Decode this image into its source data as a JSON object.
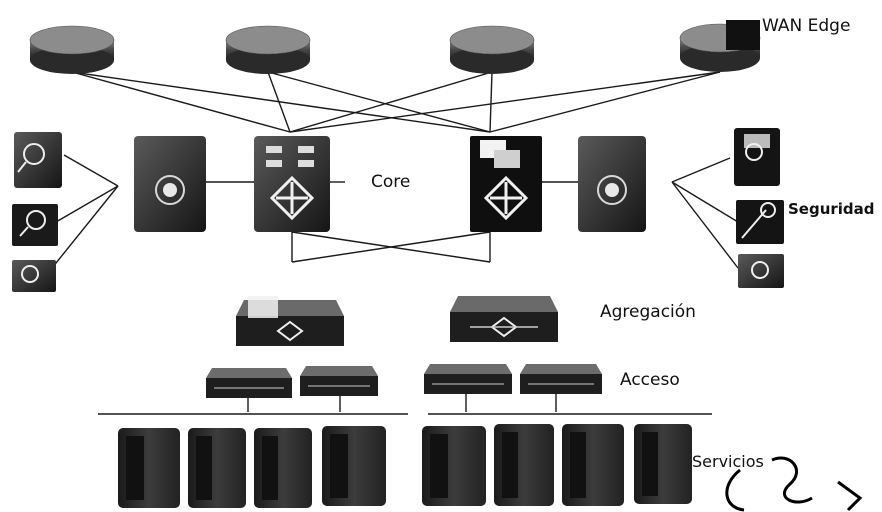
{
  "labels": {
    "wan_edge": "WAN Edge",
    "core": "Core",
    "seguridad": "Seguridad",
    "agregacion": "Agregación",
    "acceso": "Acceso",
    "servicios": "Servicios"
  },
  "colors": {
    "device": "#2b2b2b",
    "device_dark": "#0e0e0e",
    "router": "#3a3a3a",
    "link": "#1a1a1a",
    "accent": "#f2f2f2"
  },
  "icons": {
    "router": "router-icon",
    "core_switch": "multilayer-switch-icon",
    "security": "security-appliance-icon",
    "aggregation_switch": "aggregation-switch-icon",
    "access_switch": "access-switch-icon",
    "server": "server-icon"
  }
}
